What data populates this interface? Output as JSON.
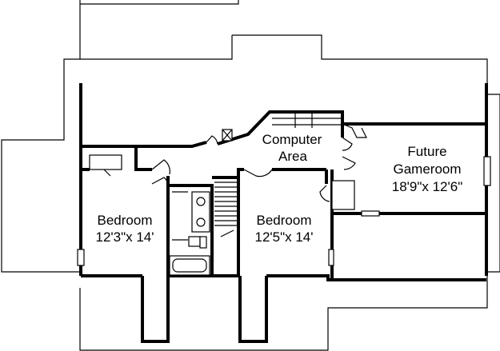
{
  "rooms": {
    "computer_area": {
      "line1": "Computer",
      "line2": "Area"
    },
    "future_gameroom": {
      "line1": "Future",
      "line2": "Gameroom",
      "dims": "18'9\"x 12'6\""
    },
    "bedroom_left": {
      "name": "Bedroom",
      "dims": "12'3\"x 14'"
    },
    "bedroom_right": {
      "name": "Bedroom",
      "dims": "12'5\"x 14'"
    }
  }
}
